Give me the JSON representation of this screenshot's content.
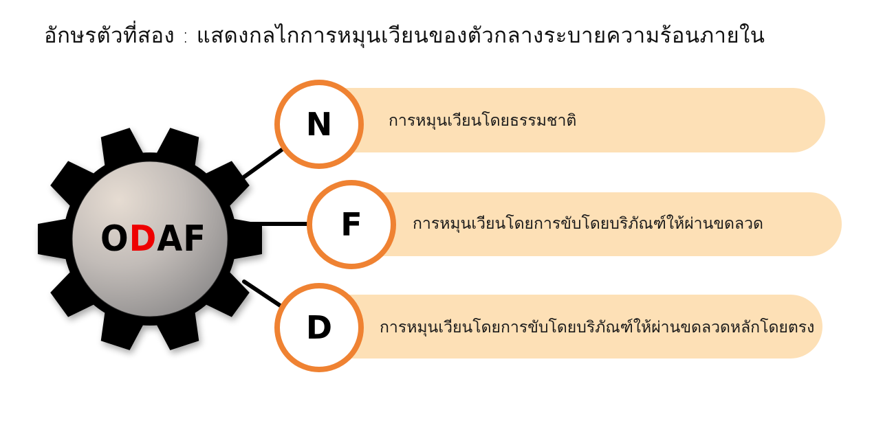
{
  "title": "อักษรตัวที่สอง : แสดงกลไกการหมุนเวียนของตัวกลางระบายความร้อนภายใน",
  "hub": {
    "letters": [
      {
        "char": "O",
        "color": "#000000"
      },
      {
        "char": "D",
        "color": "#ee0000"
      },
      {
        "char": "A",
        "color": "#000000"
      },
      {
        "char": "F",
        "color": "#000000"
      }
    ],
    "icon": "gear-icon"
  },
  "colors": {
    "accent_ring": "#ef8232",
    "pill_fill": "#fde0b6",
    "gear": "#000000",
    "highlight_letter": "#ee0000"
  },
  "items": [
    {
      "letter": "N",
      "label": "การหมุนเวียนโดยธรรมชาติ"
    },
    {
      "letter": "F",
      "label": "การหมุนเวียนโดยการขับโดยบริภัณฑ์ให้ผ่านขดลวด"
    },
    {
      "letter": "D",
      "label": "การหมุนเวียนโดยการขับโดยบริภัณฑ์ให้ผ่านขดลวดหลักโดยตรง"
    }
  ]
}
